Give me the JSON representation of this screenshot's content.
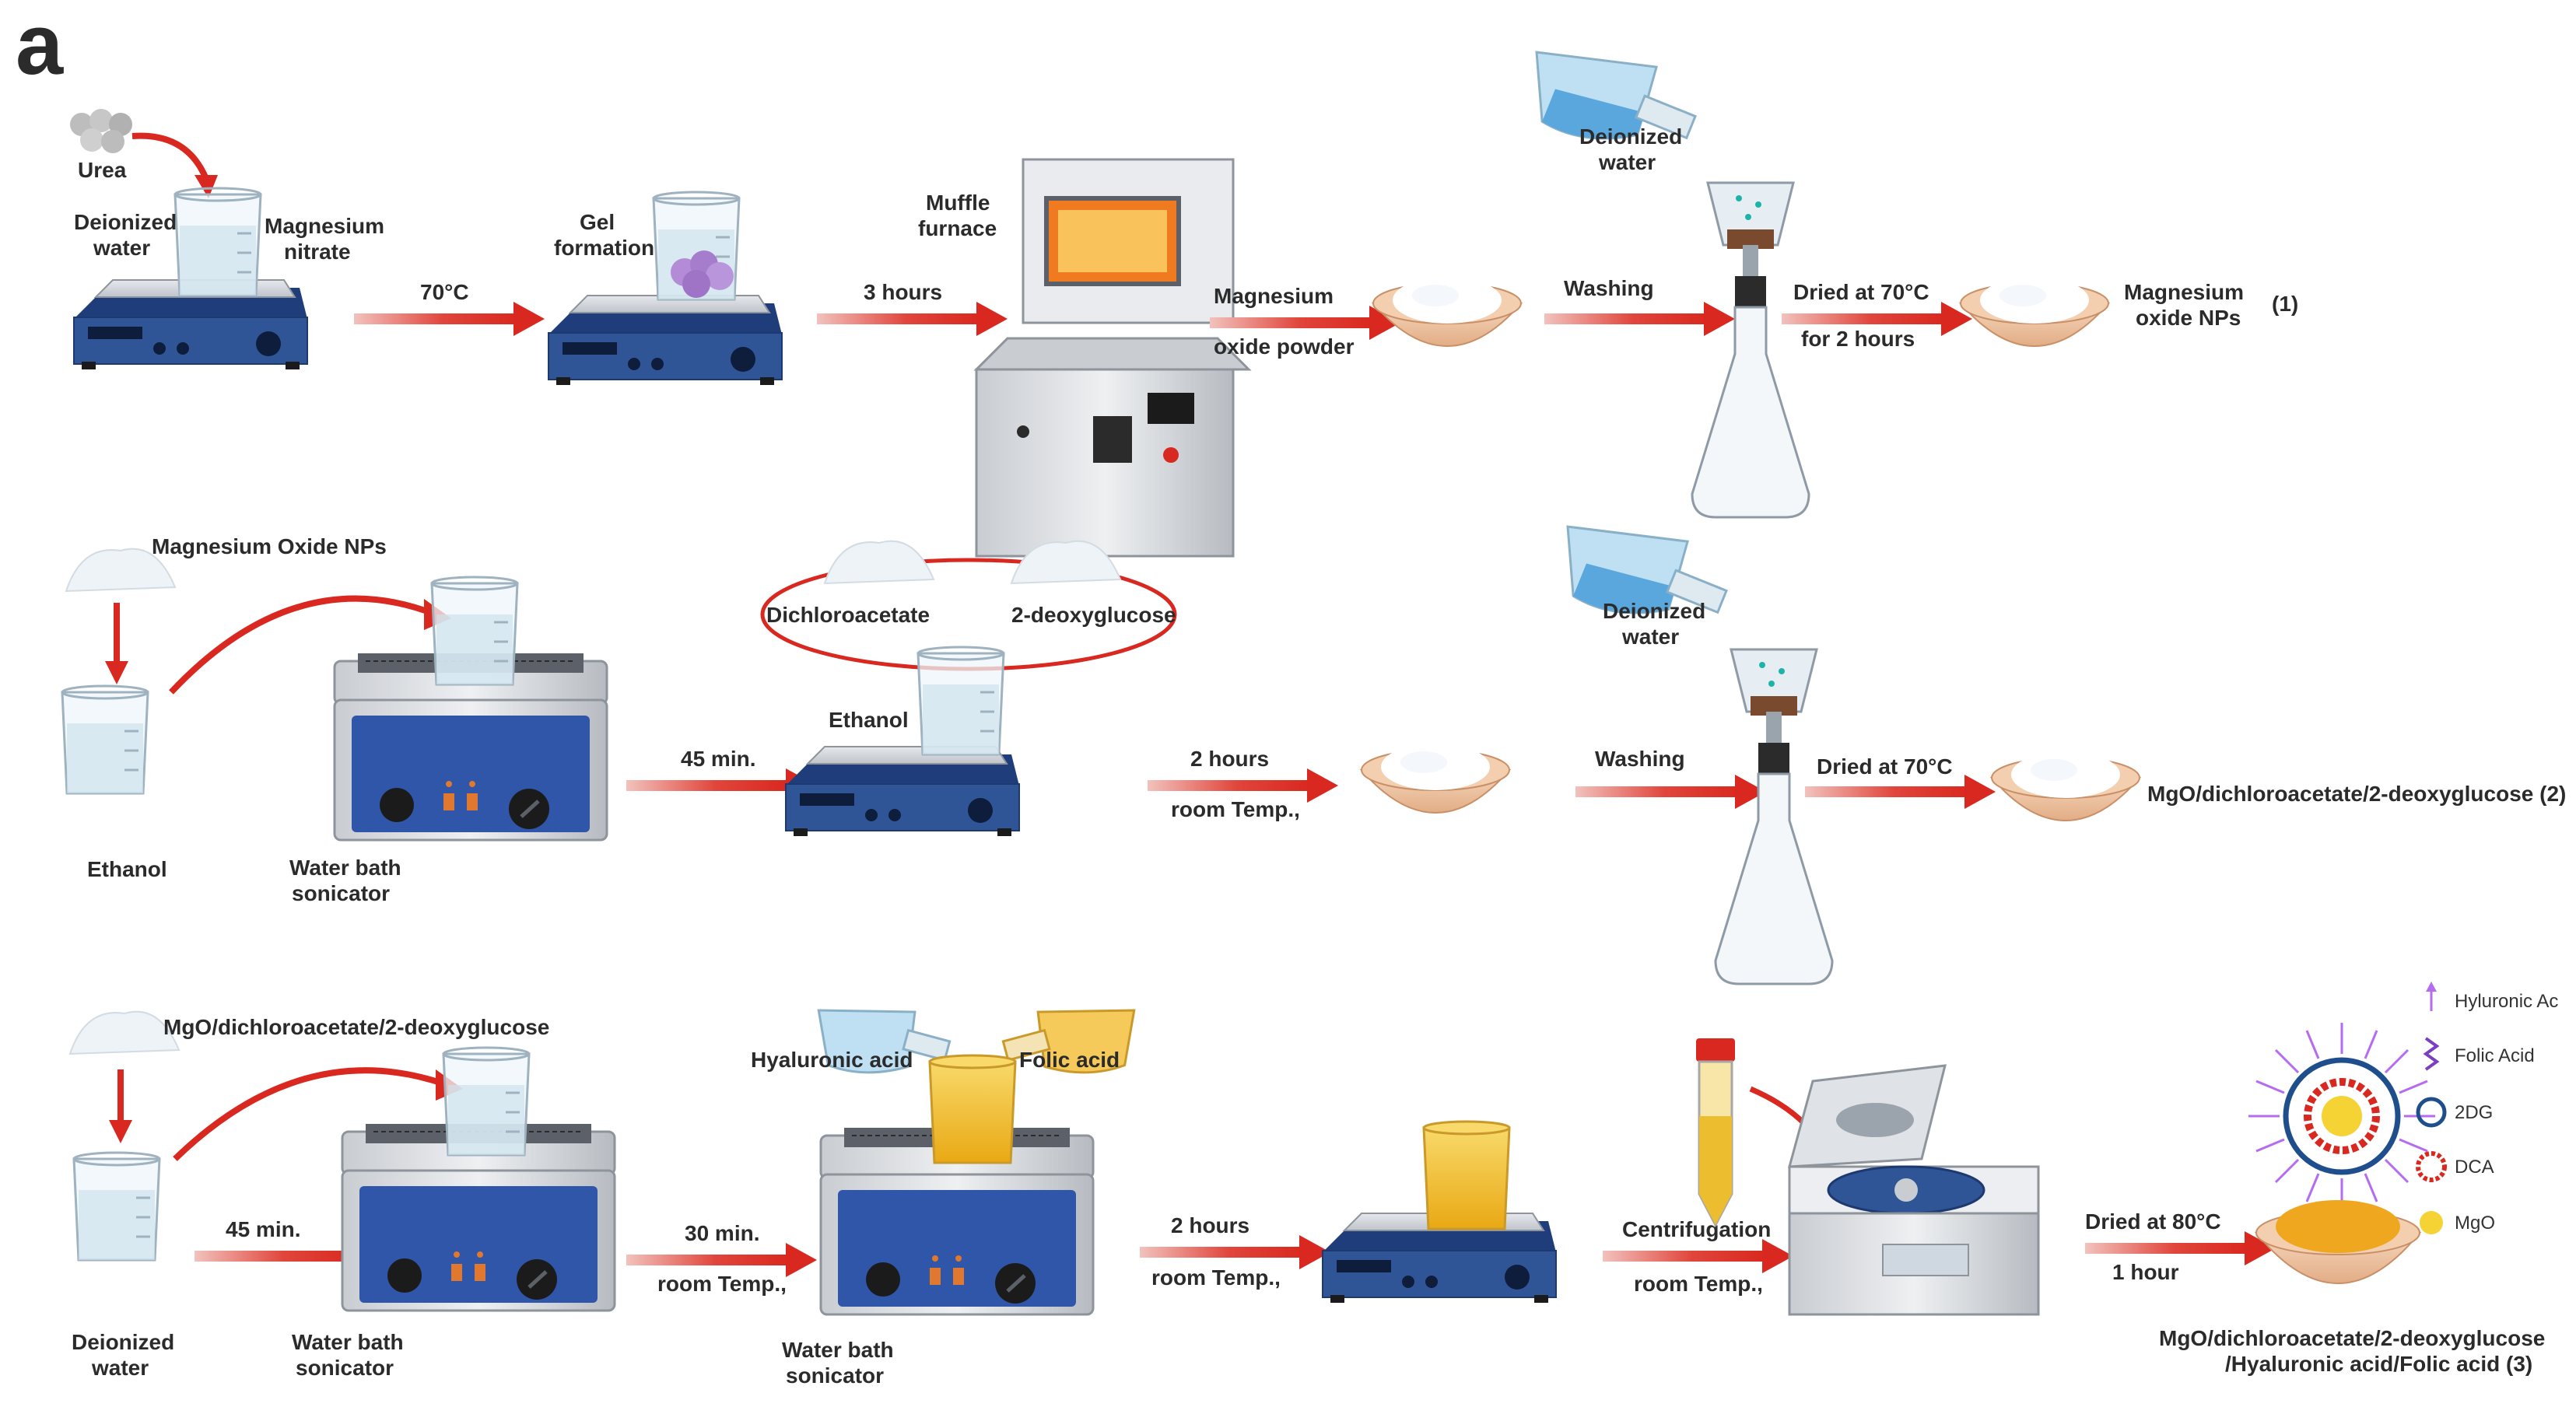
{
  "panel_letter": "a",
  "colors": {
    "arrow": "#d9281f",
    "plate": "#2f5597",
    "bath": "#2f56a8",
    "powder": "#ffffff",
    "bowl": "#f0c9a8",
    "yellow_solution": "#f2c032"
  },
  "row1": {
    "urea": "Urea",
    "deionized_water_l1": "Deionized",
    "deionized_water_l2": "water",
    "magnesium_nitrate_l1": "Magnesium",
    "magnesium_nitrate_l2": "nitrate",
    "step_70c": "70°C",
    "gel_l1": "Gel",
    "gel_l2": "formation",
    "step_3h": "3 hours",
    "muffle_l1": "Muffle",
    "muffle_l2": "furnace",
    "mgo_powder_l1": "Magnesium",
    "mgo_powder_l2": "oxide powder",
    "washer_water_l1": "Deionized",
    "washer_water_l2": "water",
    "washing": "Washing",
    "dried_l1": "Dried at 70°C",
    "dried_l2": "for 2 hours",
    "product_l1": "Magnesium",
    "product_l2": "oxide NPs",
    "product_num": "(1)"
  },
  "row2": {
    "mgo_nps": "Magnesium Oxide NPs",
    "ethanol": "Ethanol",
    "bath_l1": "Water bath",
    "bath_l2": "sonicator",
    "step_45": "45 min.",
    "dca": "Dichloroacetate",
    "dg": "2-deoxyglucose",
    "ethanol2": "Ethanol",
    "step_2h_l1": "2 hours",
    "step_2h_l2": "room Temp.,",
    "washer_water_l1": "Deionized",
    "washer_water_l2": "water",
    "washing": "Washing",
    "dried": "Dried at 70°C",
    "product": "MgO/dichloroacetate/2-deoxyglucose (2)"
  },
  "row3": {
    "start": "MgO/dichloroacetate/2-deoxyglucose",
    "water_l1": "Deionized",
    "water_l2": "water",
    "step_45": "45 min.",
    "bath1_l1": "Water bath",
    "bath1_l2": "sonicator",
    "step_30_l1": "30 min.",
    "step_30_l2": "room Temp.,",
    "hyaluronic": "Hyaluronic acid",
    "folic": "Folic acid",
    "bath2_l1": "Water bath",
    "bath2_l2": "sonicator",
    "step_2h_l1": "2 hours",
    "step_2h_l2": "room Temp.,",
    "centri_l1": "Centrifugation",
    "centri_l2": "room Temp.,",
    "dried_l1": "Dried at 80°C",
    "dried_l2": "1 hour",
    "product_l1": "MgO/dichloroacetate/2-deoxyglucose",
    "product_l2": "/Hyaluronic acid/Folic acid (3)"
  },
  "legend": [
    {
      "label": "Hyluronic Ac",
      "icon": "hyaluronic-acid-icon"
    },
    {
      "label": "Folic Acid",
      "icon": "folic-acid-icon"
    },
    {
      "label": "2DG",
      "icon": "2dg-ring-icon"
    },
    {
      "label": "DCA",
      "icon": "dca-ring-icon"
    },
    {
      "label": "MgO",
      "icon": "mgo-dot-icon"
    }
  ]
}
